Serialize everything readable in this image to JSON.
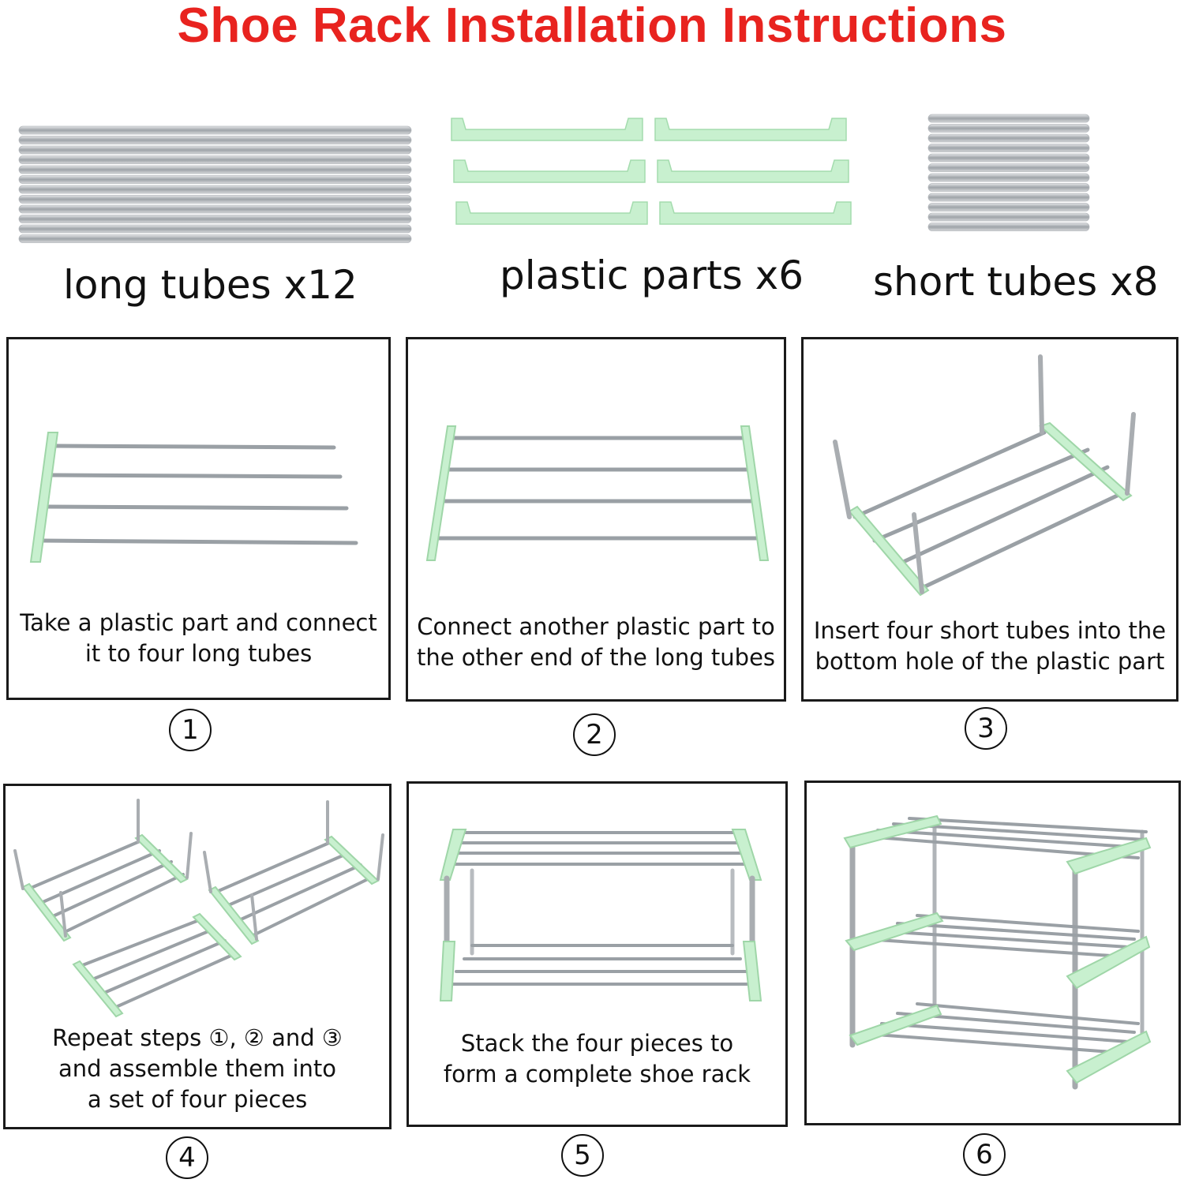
{
  "title": "Shoe Rack Installation Instructions",
  "colors": {
    "title": "#e8231f",
    "plastic": "#c8f0cf",
    "tube": "#b8bcc0"
  },
  "parts": [
    {
      "label": "long tubes x12",
      "icon": "long-tubes-icon"
    },
    {
      "label": "plastic parts x6",
      "icon": "plastic-parts-icon"
    },
    {
      "label": "short tubes x8",
      "icon": "short-tubes-icon"
    }
  ],
  "steps": [
    {
      "number": "1",
      "text": "Take a plastic part and connect\nit to four long tubes"
    },
    {
      "number": "2",
      "text": "Connect another plastic part to\nthe other end of the long tubes"
    },
    {
      "number": "3",
      "text": "Insert four short tubes into the\nbottom hole of the plastic part"
    },
    {
      "number": "4",
      "text": "Repeat steps ①, ② and ③\nand assemble them into\na set of four pieces"
    },
    {
      "number": "5",
      "text": "Stack the four pieces to\nform a complete shoe rack"
    },
    {
      "number": "6",
      "text": ""
    }
  ]
}
